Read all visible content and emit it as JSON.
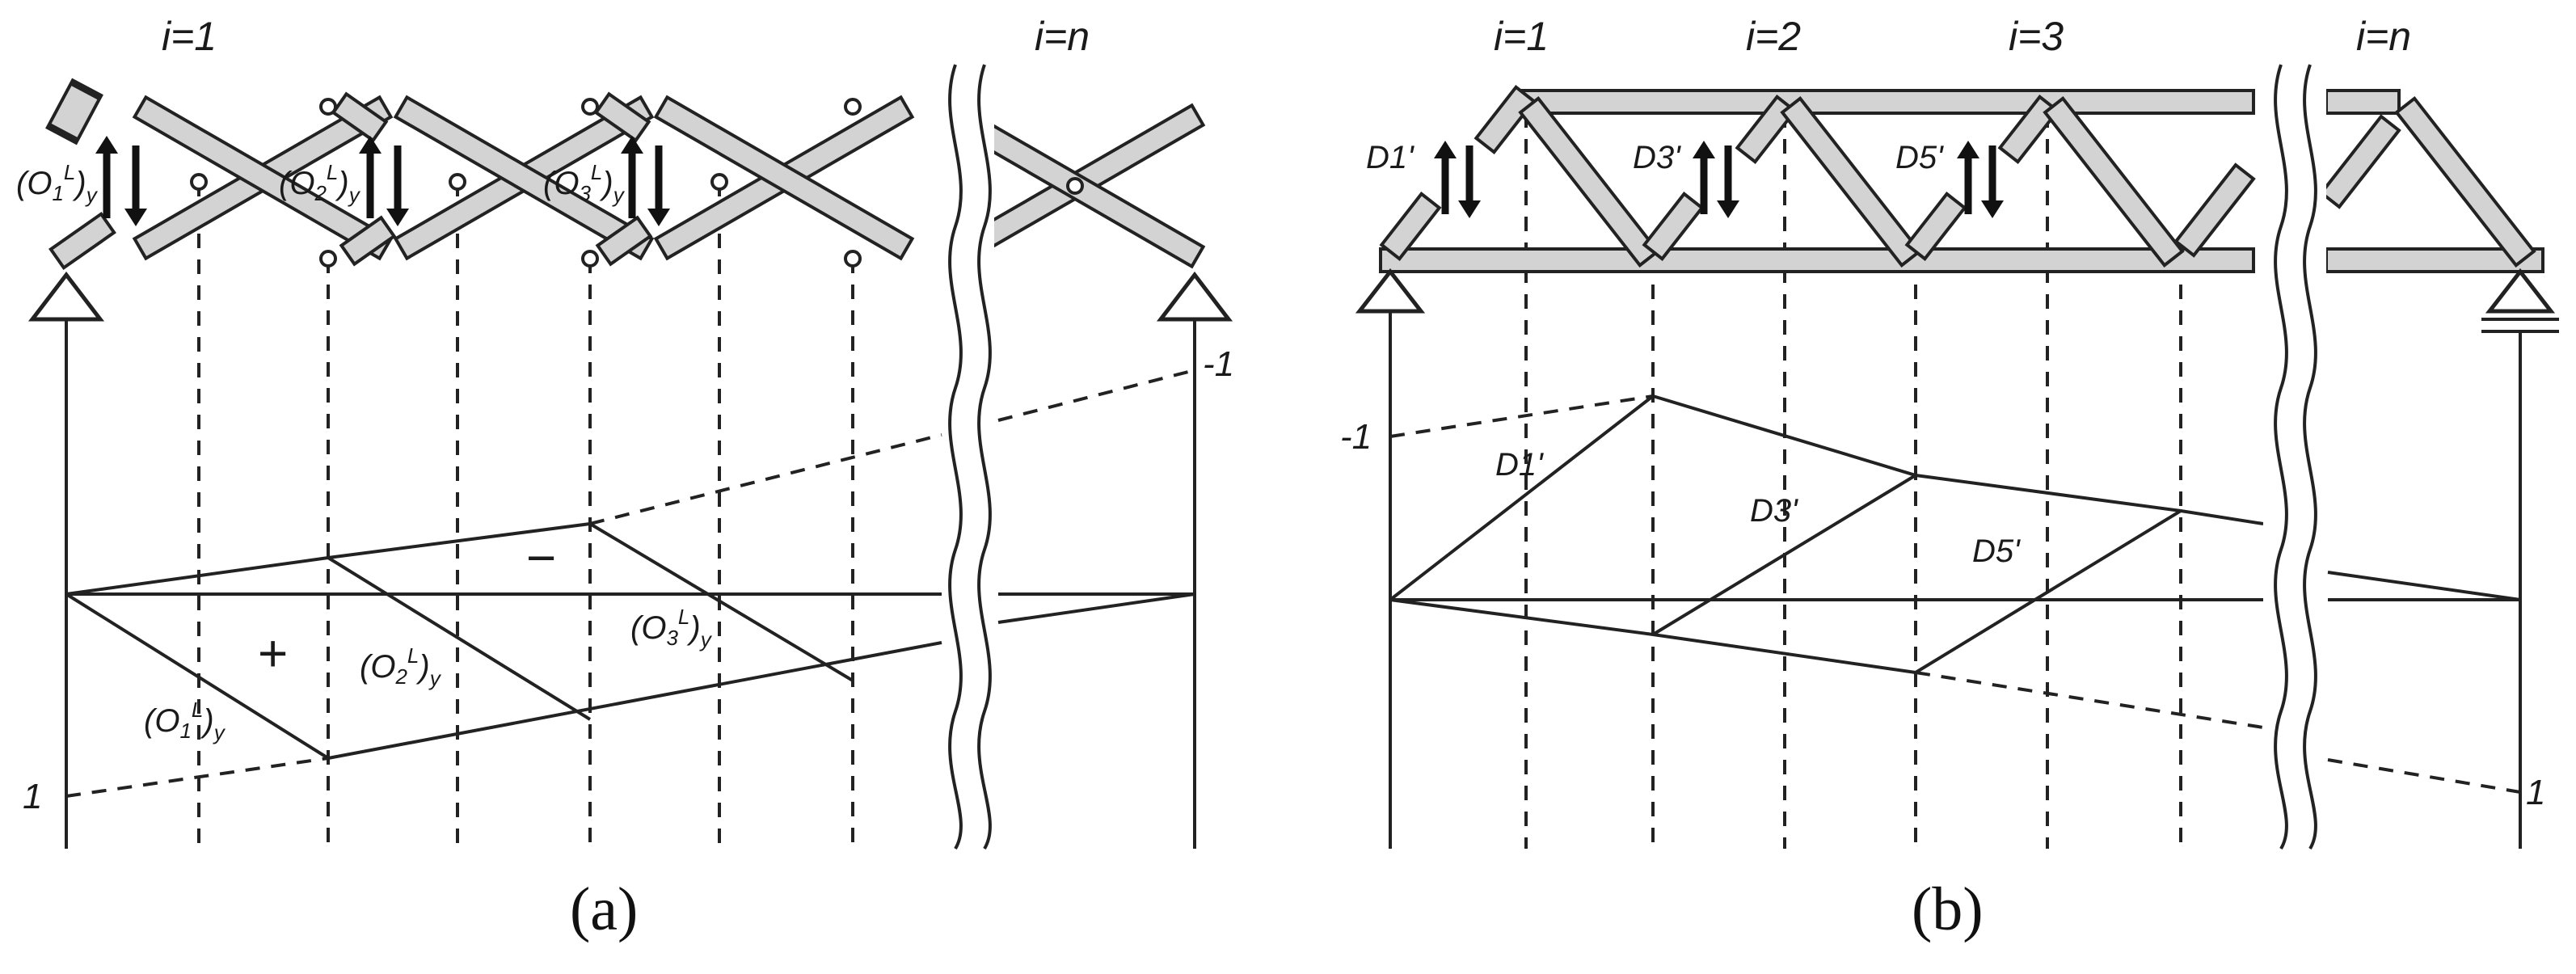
{
  "panel_a": {
    "caption": "(a)",
    "label_i1": "i=1",
    "label_in": "i=n",
    "force_labels": [
      "(O",
      "(O",
      "(O"
    ],
    "force_subs": [
      "1",
      "2",
      "3"
    ],
    "force_sup": "L",
    "force_tail": ")",
    "force_y": "y",
    "sign_plus": "+",
    "sign_minus": "−",
    "tick_1": "1",
    "tick_neg1": "-1"
  },
  "panel_b": {
    "caption": "(b)",
    "label_i1": "i=1",
    "label_i2": "i=2",
    "label_i3": "i=3",
    "label_in": "i=n",
    "diag_d1": "D1'",
    "diag_d3": "D3'",
    "diag_d5": "D5'",
    "tick_neg1": "-1",
    "tick_1": "1"
  }
}
